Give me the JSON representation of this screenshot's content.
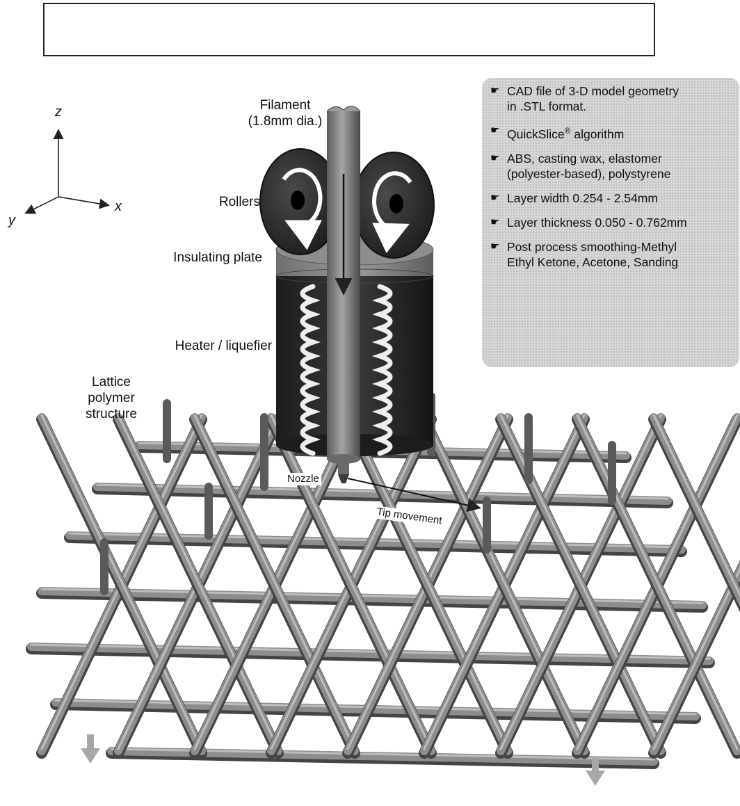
{
  "title_box": {
    "text": ""
  },
  "axes": {
    "z": "z",
    "x": "x",
    "y": "y"
  },
  "labels": {
    "filament_line1": "Filament",
    "filament_line2": "(1.8mm dia.)",
    "rollers": "Rollers",
    "insulating_plate": "Insulating plate",
    "heater": "Heater / liquefier",
    "lattice_line1": "Lattice",
    "lattice_line2": "polymer",
    "lattice_line3": "structure",
    "nozzle": "Nozzle",
    "tip_movement": "Tip movement"
  },
  "specs": [
    {
      "line1": "CAD file of 3-D model geometry",
      "line2": "in .STL format."
    },
    {
      "line1": "QuickSlice",
      "sup": "®",
      "after": " algorithm"
    },
    {
      "line1": "ABS, casting wax, elastomer",
      "line2": "(polyester-based), polystyrene"
    },
    {
      "line1": "Layer width 0.254 - 2.54mm"
    },
    {
      "line1": "Layer thickness 0.050 - 0.762mm"
    },
    {
      "line1": "Post process smoothing-Methyl",
      "line2": "Ethyl Ketone, Acetone, Sanding"
    }
  ],
  "icons": {
    "bullet": "pointing-hand-icon",
    "platform_arrow": "down-arrow-icon",
    "roller_rotation": "curved-arrow-icon"
  },
  "colors": {
    "rod": "#8a8a8a",
    "rod_shadow": "#555555",
    "heater_dark": "#2a2a2a",
    "panel": "#d6d6d6"
  }
}
